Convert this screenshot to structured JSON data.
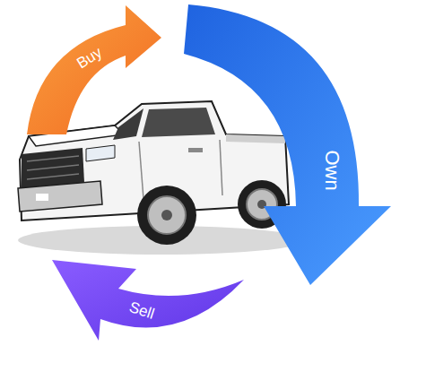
{
  "diagram": {
    "nodes": [
      {
        "text": [
          "Buy"
        ]
      },
      {
        "text": [
          "Own"
        ]
      },
      {
        "text": [
          "Sell"
        ]
      }
    ]
  }
}
